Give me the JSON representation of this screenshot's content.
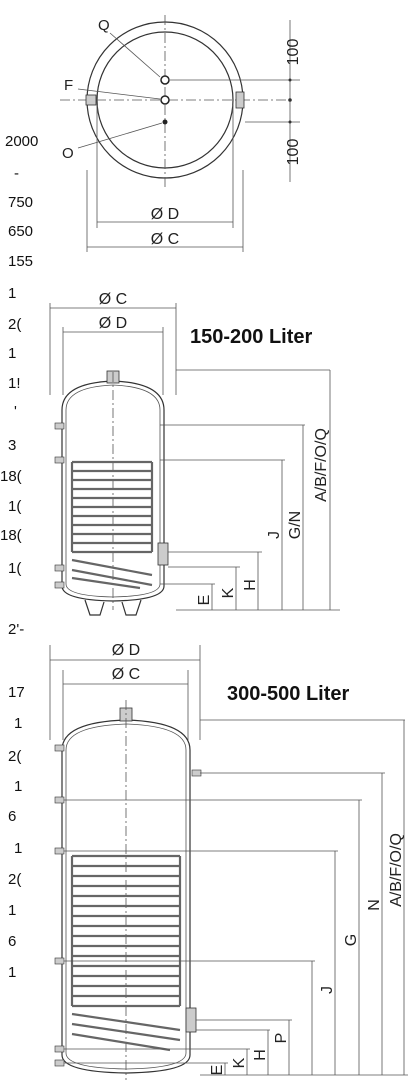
{
  "top_view": {
    "labels": {
      "q": "Q",
      "f": "F",
      "o": "O",
      "dia_d": "Ø D",
      "dia_c": "Ø C"
    },
    "dims": {
      "upper": "100",
      "lower": "100"
    }
  },
  "fragments": [
    "2000",
    "-",
    "750",
    "650",
    "155",
    "1",
    "2(",
    "1",
    "1!",
    "'",
    "3",
    "18(",
    "1(",
    "18(",
    "1(",
    "2'-",
    "17",
    "1",
    "2(",
    "1",
    "6",
    "1",
    "2(",
    "1",
    "6",
    "1"
  ],
  "tank_small": {
    "title": "150-200 Liter",
    "dia_c": "Ø C",
    "dia_d": "Ø D",
    "dims": [
      "A/B/F/O/Q",
      "G/N",
      "J",
      "H",
      "K",
      "E"
    ]
  },
  "tank_large": {
    "title": "300-500 Liter",
    "dia_d": "Ø D",
    "dia_c": "Ø C",
    "dims": [
      "A/B/F/O/Q",
      "N",
      "G",
      "J",
      "H",
      "P",
      "K",
      "E"
    ]
  }
}
